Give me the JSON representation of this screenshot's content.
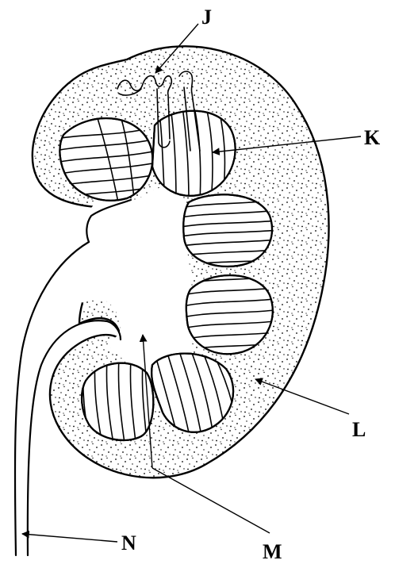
{
  "labels": {
    "j": "J",
    "k": "K",
    "l": "L",
    "m": "M",
    "n": "N"
  },
  "colors": {
    "ink": "#000000",
    "paper": "#ffffff"
  }
}
